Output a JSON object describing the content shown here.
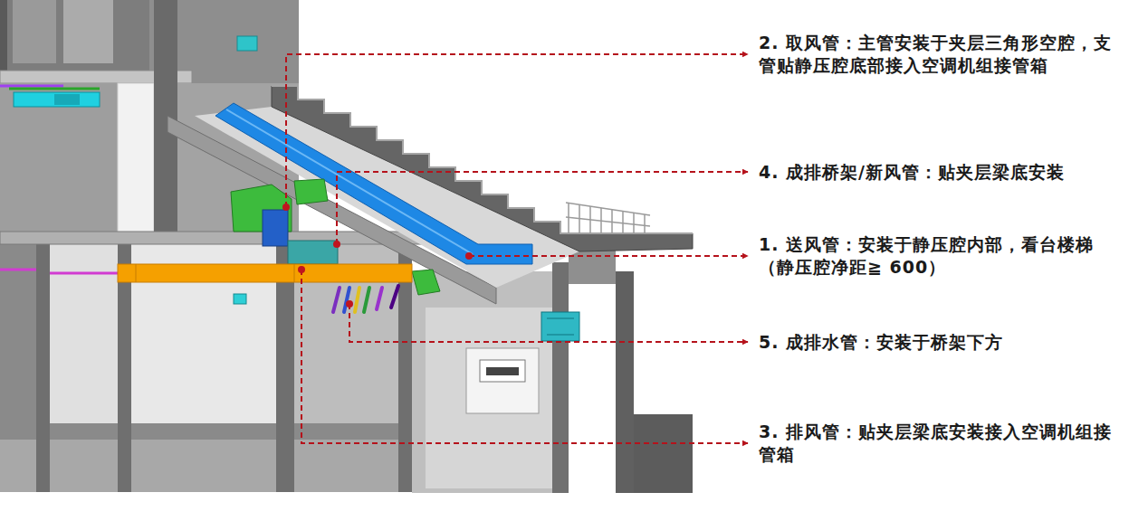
{
  "diagram": {
    "labels": [
      "2. 取风管：主管安装于夹层三角形空腔，支管贴静压腔底部接入空调机组接管箱",
      "4. 成排桥架/新风管：贴夹层梁底安装",
      "1. 送风管：安装于静压腔内部，看台楼梯（静压腔净距≧ 600）",
      "5. 成排水管：安装于桥架下方",
      "3. 排风管：贴夹层梁底安装接入空调机组接管箱"
    ]
  }
}
